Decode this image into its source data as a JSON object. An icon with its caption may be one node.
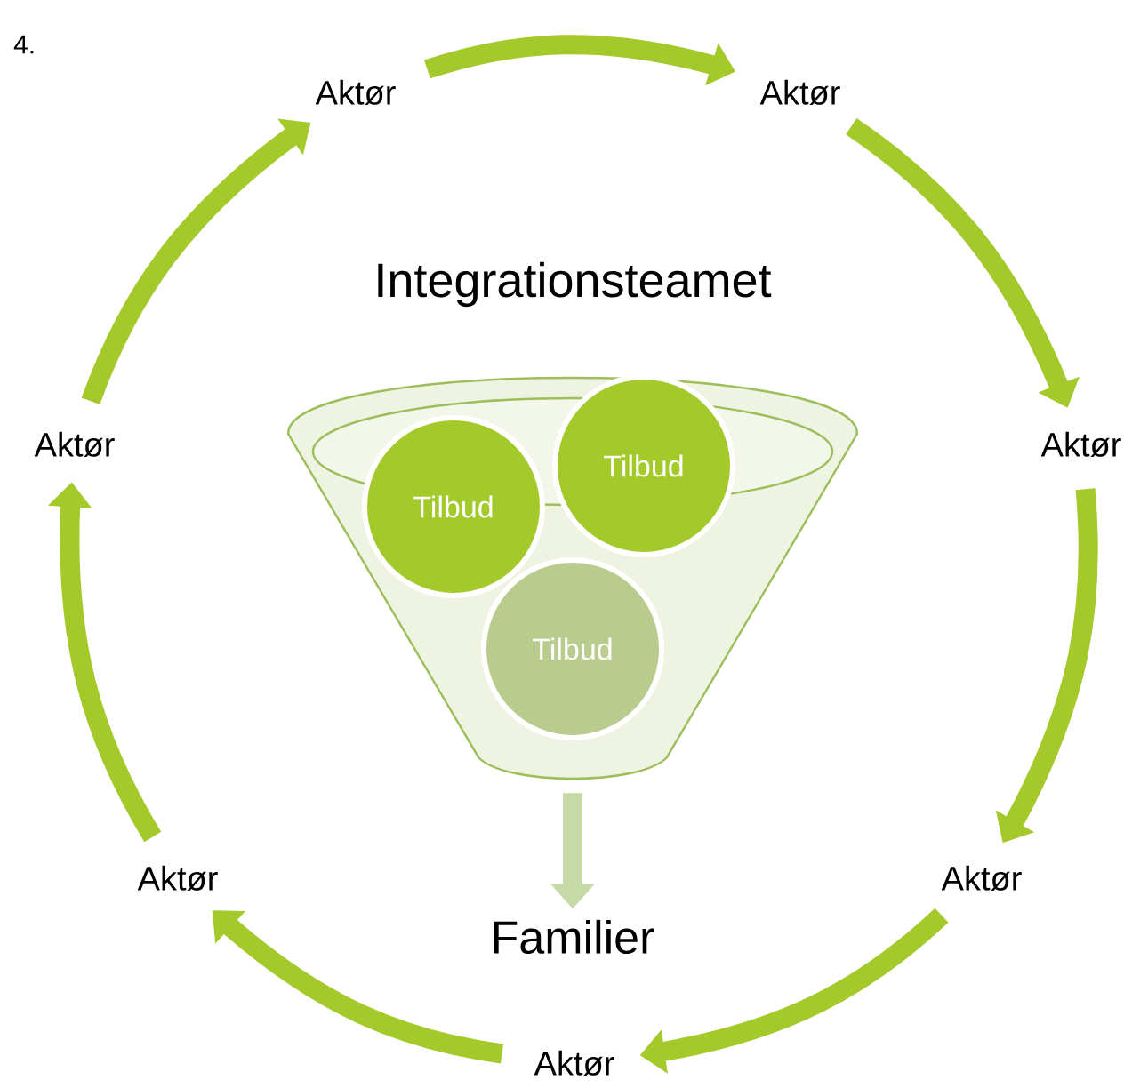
{
  "diagram": {
    "nodes": [
      {
        "text": [
          "Aktør"
        ]
      },
      {
        "text": [
          "Aktør"
        ]
      },
      {
        "text": [
          "Aktør"
        ]
      },
      {
        "text": [
          "Aktør"
        ]
      },
      {
        "text": [
          "Aktør"
        ]
      },
      {
        "text": [
          "Aktør"
        ]
      },
      {
        "text": [
          "Aktør"
        ]
      },
      {
        "text": [
          "Integrationsteamet"
        ]
      },
      {
        "text": [
          "Tilbud"
        ],
        "in": 7
      },
      {
        "text": [
          "Tilbud"
        ],
        "in": 7
      },
      {
        "text": [
          "Tilbud"
        ],
        "in": 7
      },
      {
        "text": [
          "Familier"
        ]
      }
    ],
    "edges": [
      {
        "from": 0,
        "to": 1,
        "arrow": "to"
      },
      {
        "from": 1,
        "to": 2,
        "arrow": "to"
      },
      {
        "from": 2,
        "to": 3,
        "arrow": "to"
      },
      {
        "from": 3,
        "to": 4,
        "arrow": "to"
      },
      {
        "from": 4,
        "to": 5,
        "arrow": "to"
      },
      {
        "from": 5,
        "to": 6,
        "arrow": "to"
      },
      {
        "from": 6,
        "to": 0,
        "arrow": "to"
      },
      {
        "from": 7,
        "to": 11,
        "arrow": "to",
        "color": "#c6d9a6"
      }
    ],
    "labels": [
      "4."
    ]
  }
}
